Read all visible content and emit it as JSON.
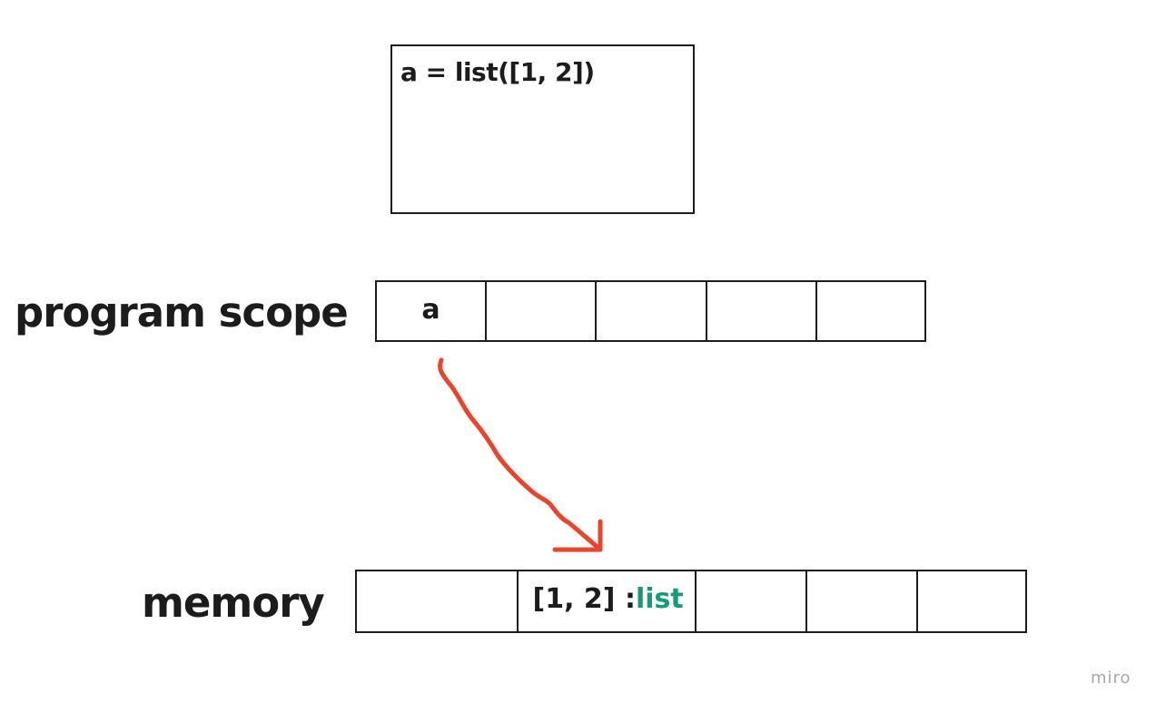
{
  "code_box": {
    "code": "a = list([1, 2])"
  },
  "program_scope": {
    "label": "program scope",
    "cells": [
      "a",
      "",
      "",
      "",
      ""
    ]
  },
  "memory": {
    "label": "memory",
    "cells": [
      {
        "value": "",
        "type": ""
      },
      {
        "value": "[1, 2] : ",
        "type": "list"
      },
      {
        "value": "",
        "type": ""
      },
      {
        "value": "",
        "type": ""
      },
      {
        "value": "",
        "type": ""
      }
    ]
  },
  "colors": {
    "arrow": "#e8452c",
    "type_text": "#169b7a",
    "outline": "#1c1c1c"
  },
  "watermark": "miro"
}
